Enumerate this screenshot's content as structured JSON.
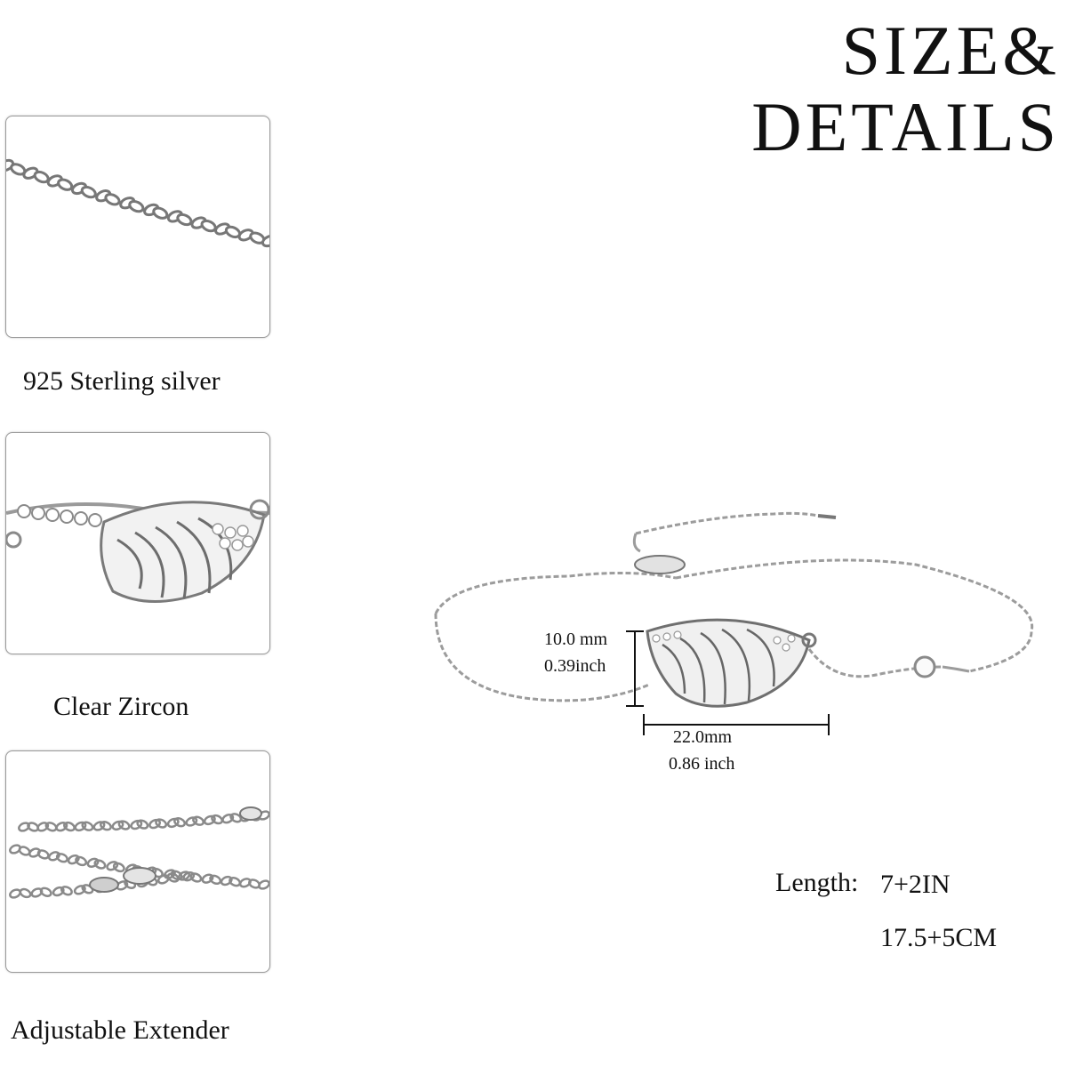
{
  "header": {
    "line1": "SIZE&",
    "line2": "DETAILS"
  },
  "features": [
    {
      "caption": "925 Sterling silver",
      "icon": "chain-closeup-image"
    },
    {
      "caption": "Clear Zircon",
      "icon": "angel-wing-closeup-image"
    },
    {
      "caption": "Adjustable Extender",
      "icon": "extender-chain-image"
    }
  ],
  "dimensions": {
    "height_mm": "10.0 mm",
    "height_in": "0.39inch",
    "width_mm": "22.0mm",
    "width_in": "0.86 inch"
  },
  "length": {
    "label": "Length:",
    "inches": "7+2IN",
    "cm": "17.5+5CM"
  },
  "colors": {
    "silver": "#c9c9c9",
    "text": "#111111",
    "frame": "#9a9a9a"
  }
}
